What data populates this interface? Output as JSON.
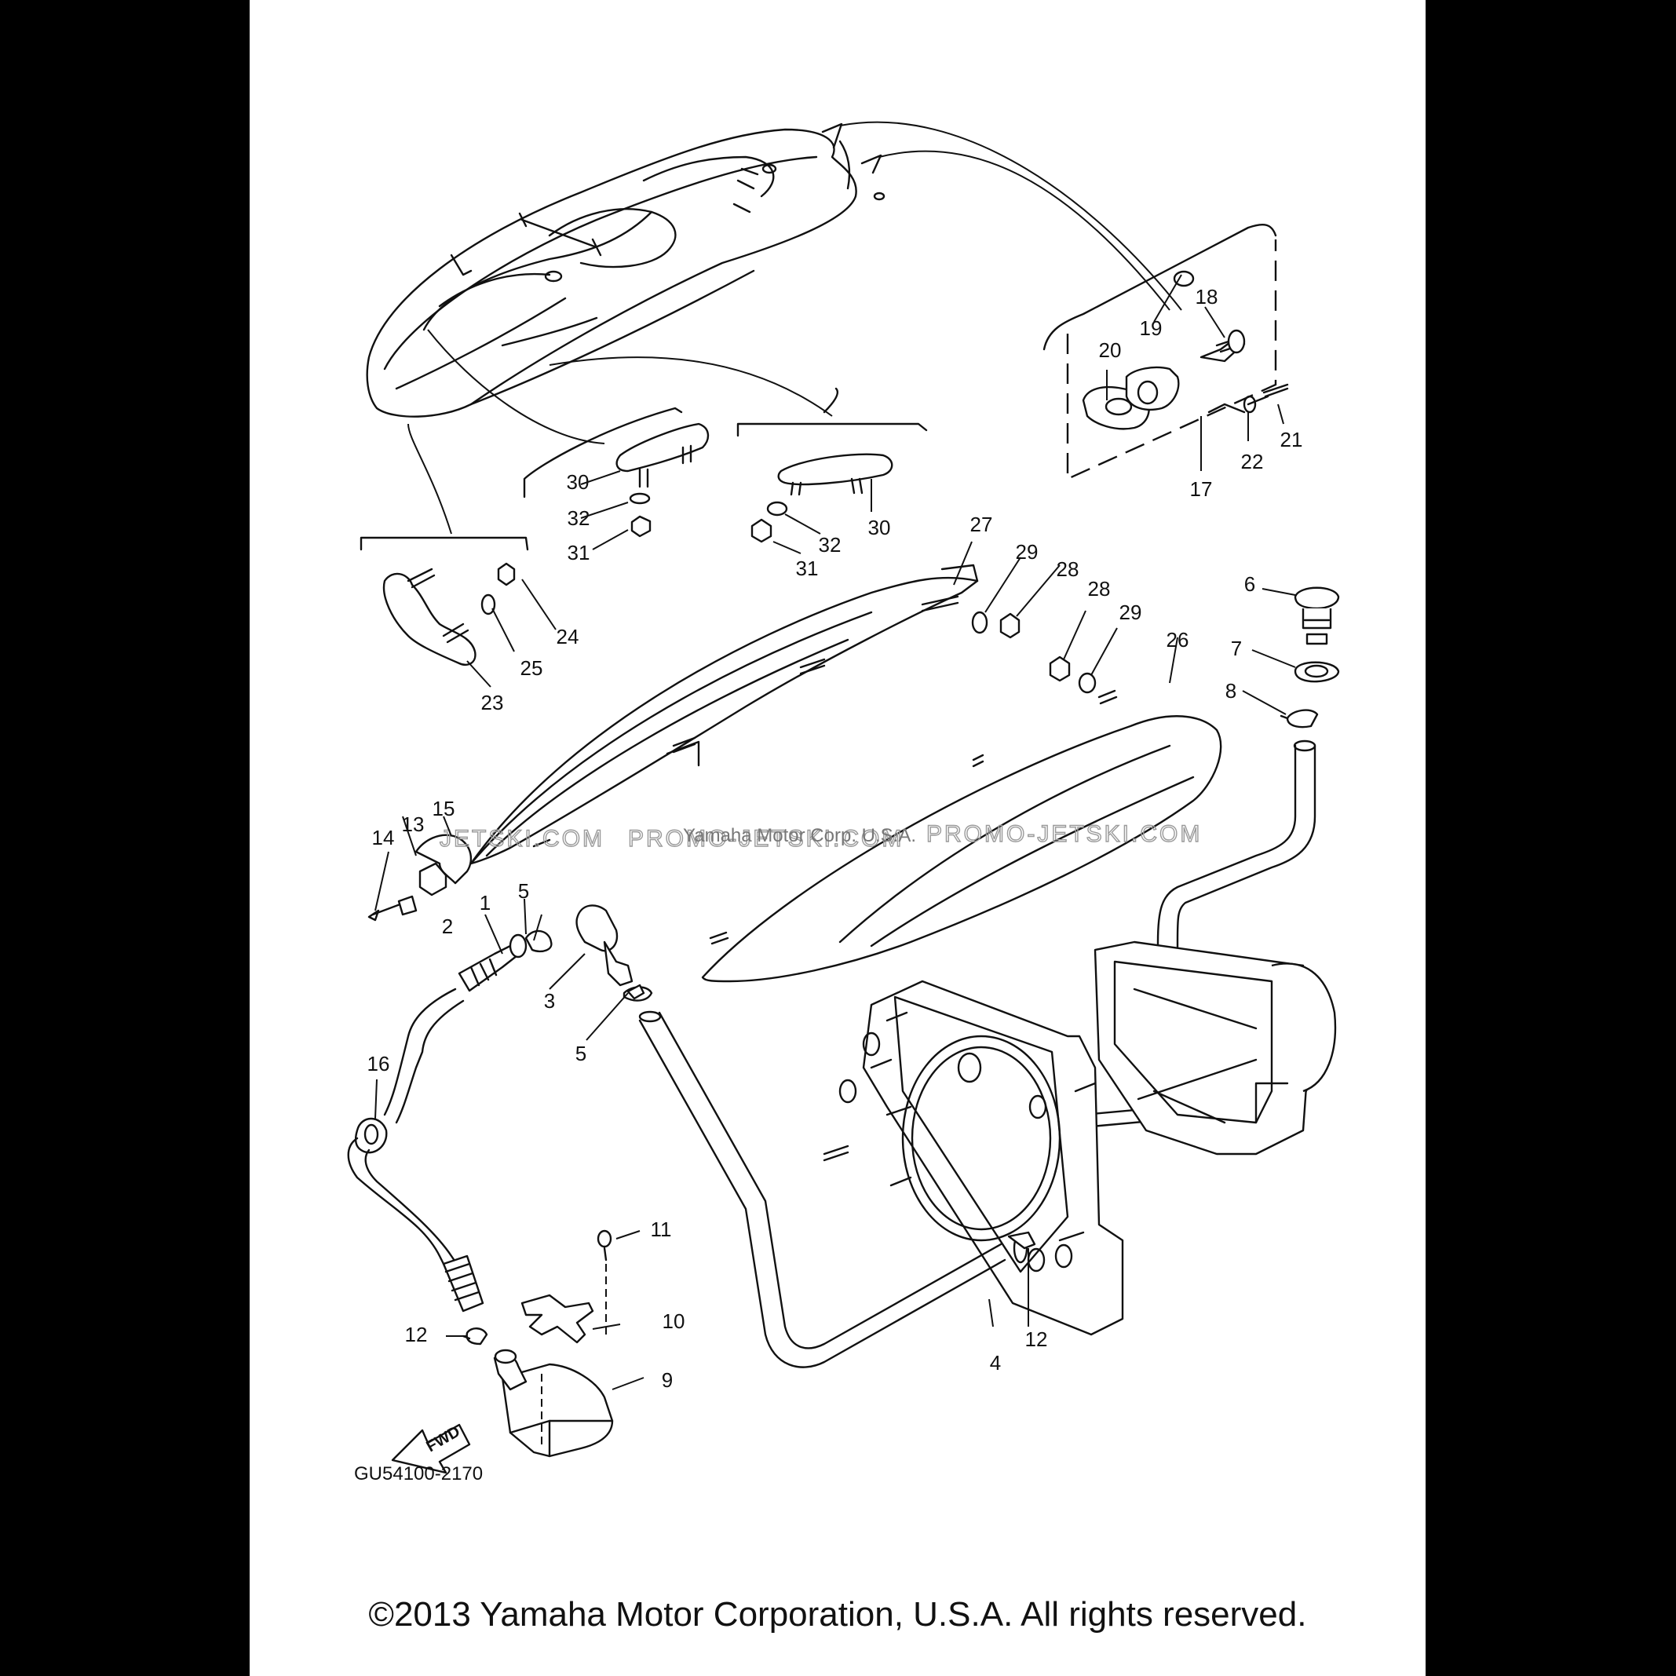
{
  "diagram": {
    "watermark_left": "JETSKI.COM",
    "watermark_mid": "PROMO-JETSKI.COM",
    "watermark_right": "PROMO-JETSKI.COM",
    "watermark_faint": "Yamaha Motor Corp. U.S.A.",
    "fwd_label": "FWD",
    "drawing_code": "GU54100-2170",
    "callouts": [
      "1",
      "2",
      "3",
      "4",
      "5",
      "5",
      "6",
      "7",
      "8",
      "9",
      "10",
      "11",
      "12",
      "12",
      "13",
      "14",
      "15",
      "16",
      "17",
      "18",
      "19",
      "20",
      "21",
      "22",
      "23",
      "24",
      "25",
      "26",
      "27",
      "28",
      "28",
      "29",
      "29",
      "30",
      "30",
      "31",
      "31",
      "32",
      "32"
    ]
  },
  "footer": {
    "copyright": "©2013 Yamaha Motor Corporation, U.S.A. All rights reserved."
  }
}
